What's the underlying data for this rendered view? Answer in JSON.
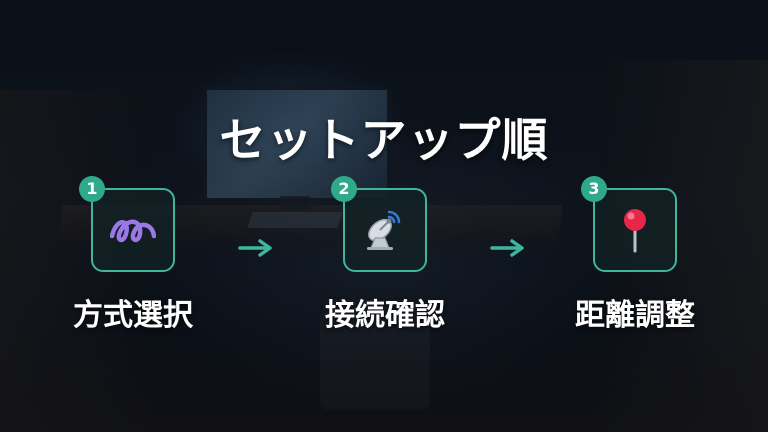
{
  "title": "セットアップ順",
  "steps": [
    {
      "number": "1",
      "label": "方式選択",
      "icon": "curly-loop-icon"
    },
    {
      "number": "2",
      "label": "接続確認",
      "icon": "satellite-dish-icon"
    },
    {
      "number": "3",
      "label": "距離調整",
      "icon": "round-pushpin-icon"
    }
  ],
  "colors": {
    "accent": "#3fb59e",
    "badge": "#2fa98a",
    "text": "#ffffff"
  }
}
